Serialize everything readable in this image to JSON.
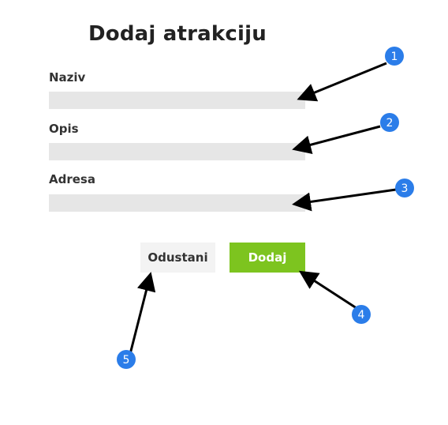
{
  "form": {
    "title": "Dodaj atrakciju",
    "fields": [
      {
        "label": "Naziv",
        "value": ""
      },
      {
        "label": "Opis",
        "value": ""
      },
      {
        "label": "Adresa",
        "value": ""
      }
    ],
    "cancel_label": "Odustani",
    "submit_label": "Dodaj"
  },
  "annotations": {
    "badges": [
      "1",
      "2",
      "3",
      "4",
      "5"
    ],
    "badge_color": "#2b7de9",
    "arrow_color": "#000000"
  },
  "colors": {
    "submit_button": "#7dc41f",
    "cancel_button": "#f3f3f3",
    "field_background": "#e6e6e6"
  }
}
